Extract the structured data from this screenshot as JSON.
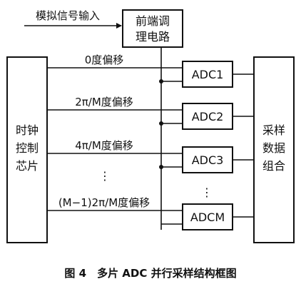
{
  "diagram": {
    "input_label": "模拟信号输入",
    "frontend": {
      "line1": "前端调",
      "line2": "理电路"
    },
    "clock": {
      "lines": [
        "时钟",
        "控制",
        "芯片"
      ]
    },
    "combine": {
      "lines": [
        "采样",
        "数据",
        "组合"
      ]
    },
    "adcs": [
      {
        "label": "ADC1",
        "offset": "0度偏移"
      },
      {
        "label": "ADC2",
        "offset": "2π/M度偏移"
      },
      {
        "label": "ADC3",
        "offset": "4π/M度偏移"
      },
      {
        "label": "ADCM",
        "offset": "(M−1)2π/M度偏移"
      }
    ],
    "ellipsis": "⋮",
    "caption": "图 4　多片 ADC 并行采样结构框图"
  }
}
